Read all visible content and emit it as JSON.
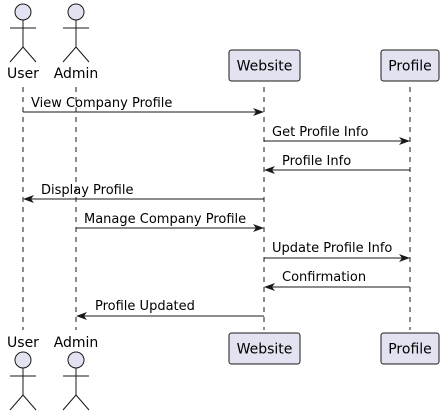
{
  "participants": [
    {
      "id": "user",
      "label": "User",
      "kind": "actor"
    },
    {
      "id": "admin",
      "label": "Admin",
      "kind": "actor"
    },
    {
      "id": "website",
      "label": "Website",
      "kind": "participant"
    },
    {
      "id": "profile",
      "label": "Profile",
      "kind": "participant"
    }
  ],
  "messages": [
    {
      "from": "user",
      "to": "website",
      "label": "View Company Profile"
    },
    {
      "from": "website",
      "to": "profile",
      "label": "Get Profile Info"
    },
    {
      "from": "profile",
      "to": "website",
      "label": "Profile Info"
    },
    {
      "from": "website",
      "to": "user",
      "label": "Display Profile"
    },
    {
      "from": "admin",
      "to": "website",
      "label": "Manage Company Profile"
    },
    {
      "from": "website",
      "to": "profile",
      "label": "Update Profile Info"
    },
    {
      "from": "profile",
      "to": "website",
      "label": "Confirmation"
    },
    {
      "from": "website",
      "to": "admin",
      "label": "Profile Updated"
    }
  ],
  "colors": {
    "participant_fill": "#E2E2F0",
    "line": "#181818"
  }
}
